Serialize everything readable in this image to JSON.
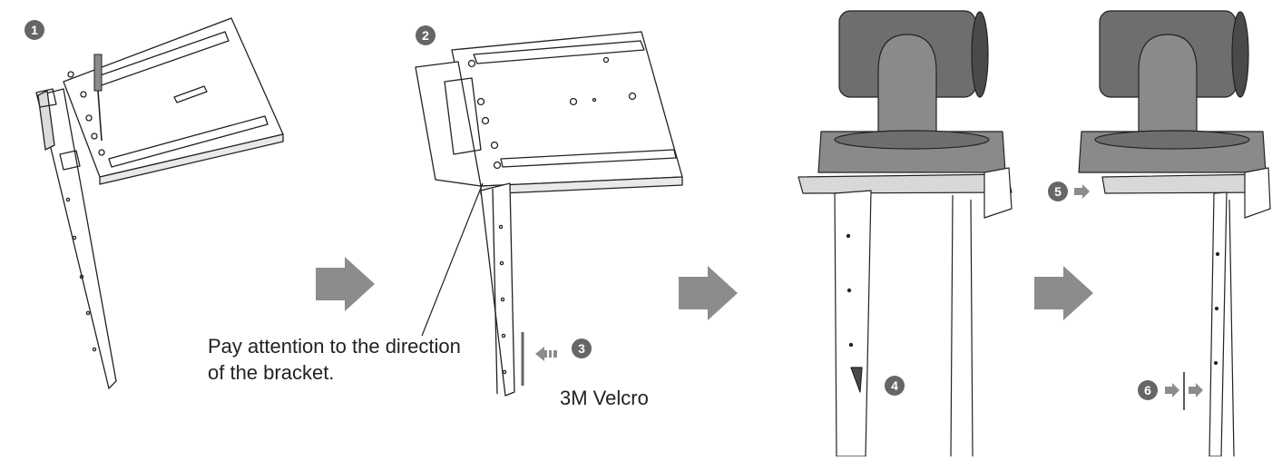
{
  "steps": [
    {
      "number": "1"
    },
    {
      "number": "2"
    },
    {
      "number": "3"
    },
    {
      "number": "4"
    },
    {
      "number": "5"
    },
    {
      "number": "6"
    }
  ],
  "captions": {
    "bracket_direction_line1": "Pay attention to the direction",
    "bracket_direction_line2": "of the bracket.",
    "velcro": "3M Velcro"
  },
  "colors": {
    "step_badge": "#666666",
    "arrow": "#8c8c8c",
    "line": "#222222",
    "camera_body": "#6e6e6e",
    "camera_dark": "#4a4a4a"
  }
}
